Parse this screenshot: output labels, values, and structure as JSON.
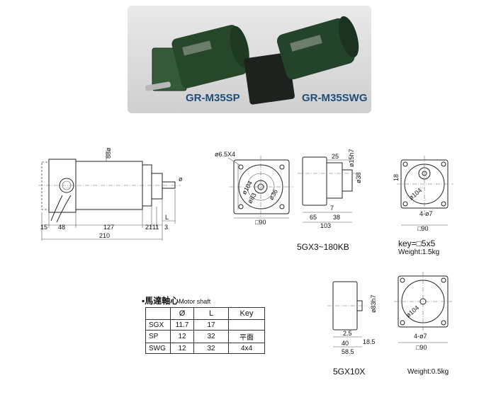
{
  "photos": {
    "motor_sp_label": "GR-M35SP",
    "motor_swg_label": "GR-M35SWG"
  },
  "motor_drawing": {
    "dia": "88ø",
    "shaft_dia": "ø",
    "len_15": "15",
    "len_48": "48",
    "len_127": "127",
    "len_21": "21",
    "len_11": "11",
    "len_3": "3",
    "len_L": "L",
    "len_210": "210"
  },
  "flange_front": {
    "holes": "ø6.5X4",
    "pcd": "ø104",
    "pilot": "ø83",
    "center": "ø36",
    "square": "□90"
  },
  "gearbox_5gx3": {
    "shaft": "ø15h7",
    "len_25": "25",
    "boss": "ø38",
    "len_65": "65",
    "len_7": "7",
    "len_38": "38",
    "len_103": "103",
    "caption": "5GX3~180KB"
  },
  "gearbox_5gx3_front": {
    "dim_18": "18",
    "pcd": "ø104",
    "holes": "4-ø7",
    "square": "□90",
    "key": "key=□5x5",
    "weight": "Weight:1.5kg"
  },
  "gearbox_5gx10": {
    "pilot": "ø83h7",
    "len_25": "2.5",
    "len_40": "40",
    "len_185": "18.5",
    "len_585": "58.5",
    "caption": "5GX10X"
  },
  "gearbox_5gx10_front": {
    "pcd": "ø104",
    "holes": "4-ø7",
    "square": "□90",
    "weight": "Weight:0.5kg"
  },
  "shaft_table": {
    "title": "馬達軸心",
    "subtitle": "Motor shaft",
    "headers": [
      "Ø",
      "L",
      "Key"
    ],
    "rows": [
      {
        "name": "SGX",
        "dia": "11.7",
        "len": "17",
        "key": ""
      },
      {
        "name": "SP",
        "dia": "12",
        "len": "32",
        "key": "平面"
      },
      {
        "name": "SWG",
        "dia": "12",
        "len": "32",
        "key": "4x4"
      }
    ]
  }
}
